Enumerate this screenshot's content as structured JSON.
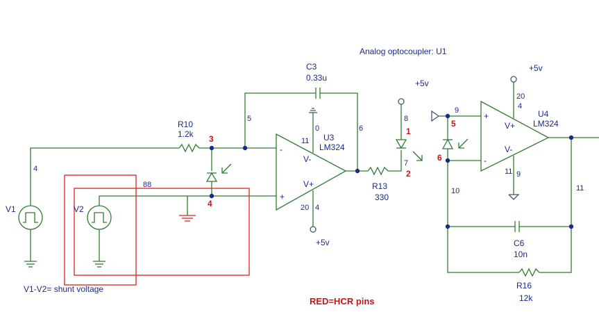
{
  "title": "Analog optocoupler: U1",
  "note_shunt": "V1-V2= shunt voltage",
  "note_red": "RED=HCR pins",
  "components": {
    "r10": {
      "ref": "R10",
      "value": "1.2k"
    },
    "r13": {
      "ref": "R13",
      "value": "330"
    },
    "r16": {
      "ref": "R16",
      "value": "12k"
    },
    "c3": {
      "ref": "C3",
      "value": "0.33u"
    },
    "c6": {
      "ref": "C6",
      "value": "10n"
    },
    "u3": {
      "ref": "U3",
      "value": "LM324"
    },
    "u4": {
      "ref": "U4",
      "value": "LM324"
    },
    "v1": {
      "ref": "V1"
    },
    "v2": {
      "ref": "V2"
    }
  },
  "opamp_labels": {
    "vminus": "V-",
    "vplus": "V+",
    "minus": "-",
    "plus": "+"
  },
  "supply": "+5v",
  "nets": {
    "n4": "4",
    "n5": "5",
    "n6": "6",
    "n7": "7",
    "n8": "8",
    "n9": "9",
    "n10": "10",
    "n11": "11",
    "n20": "20",
    "n88": "88",
    "n0": "0"
  },
  "hcr_pins": {
    "p1": "1",
    "p2": "2",
    "p3": "3",
    "p4": "4",
    "p5": "5",
    "p6": "6"
  },
  "colors": {
    "wire": "#2f7d2f",
    "label": "#1b2a8a",
    "hcr": "#cc1111",
    "box": "#e02020"
  }
}
